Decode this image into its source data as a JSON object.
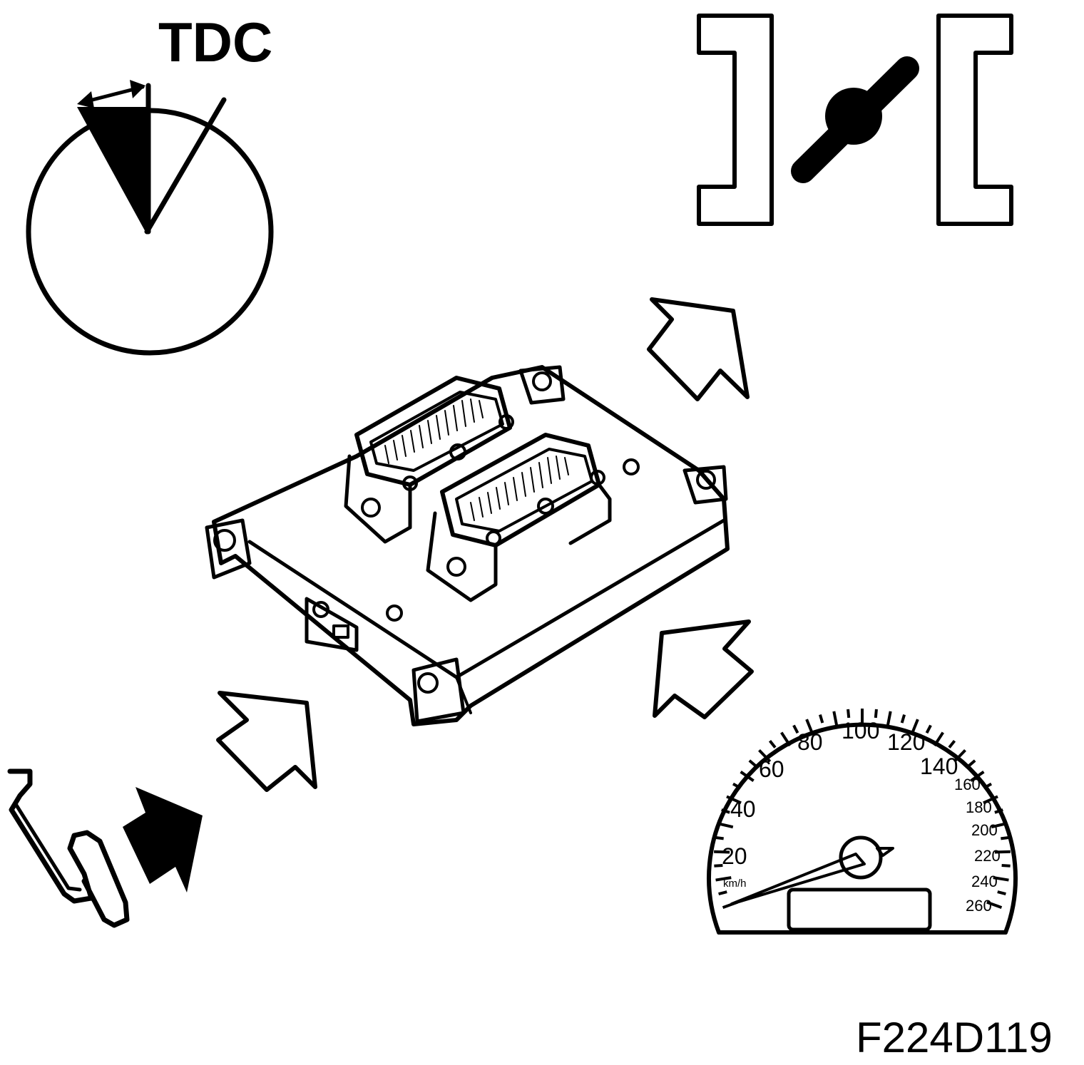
{
  "labels": {
    "tdc": "TDC",
    "figure_code": "F224D119"
  },
  "speedometer": {
    "unit": "km/h",
    "scale_large": [
      "20",
      "40",
      "60",
      "80",
      "100",
      "120",
      "140"
    ],
    "scale_small": [
      "160",
      "180",
      "200",
      "220",
      "240",
      "260"
    ]
  },
  "icons": {
    "crank": "crank-angle-tdc-icon",
    "throttle": "throttle-valve-icon",
    "control_unit": "engine-control-module-icon",
    "pedal": "accelerator-pedal-icon",
    "speedometer": "speedometer-icon",
    "arrows": "input-arrow-icon"
  },
  "colors": {
    "ink": "#000000",
    "background": "#ffffff"
  }
}
